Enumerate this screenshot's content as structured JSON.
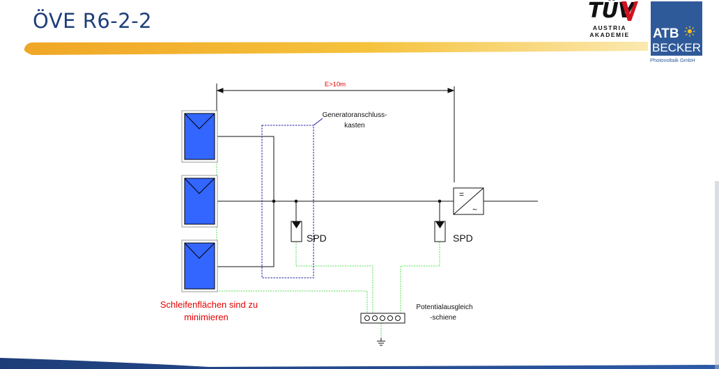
{
  "header": {
    "title": "ÖVE R6-2-2",
    "tuev_logo": {
      "brand": "TÜV",
      "line1": "AUSTRIA",
      "line2": "AKADEMIE"
    },
    "atb_logo": {
      "brand": "ATB",
      "line2": "BECKER",
      "line3": "Photovoltaik GmbH"
    }
  },
  "diagram": {
    "distance_label": "E>10m",
    "box_label_line1": "Generatoranschluss-",
    "box_label_line2": "kasten",
    "spd_label_1": "SPD",
    "spd_label_2": "SPD",
    "bar_label_line1": "Potentialausgleich",
    "bar_label_line2": "-schiene",
    "loop_note_line1": "Schleifenflächen sind zu",
    "loop_note_line2": "minimieren",
    "inverter_dc_symbol": "=",
    "inverter_ac_symbol": "~"
  },
  "colors": {
    "title": "#1f3f7a",
    "module_fill": "#3366ff",
    "ground_wire": "#4fdd4f",
    "box_outline": "#1a1aa0",
    "note_text": "#e60000",
    "banner_gold": "#f2b233",
    "bottom_band": "#1f3f7a"
  }
}
